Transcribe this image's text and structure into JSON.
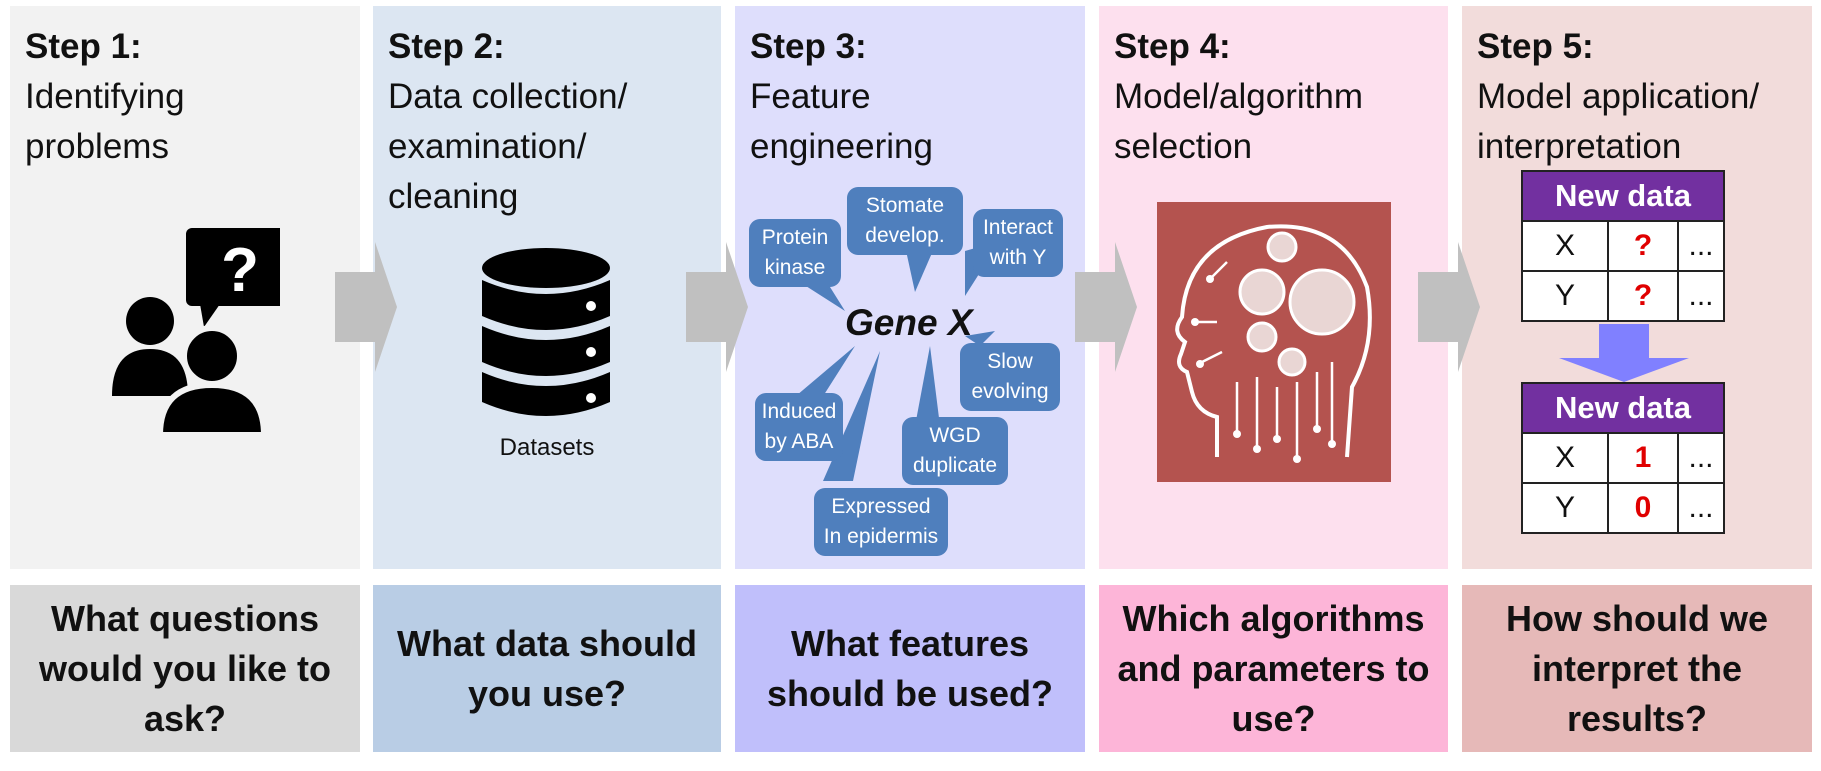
{
  "steps": [
    {
      "label": "Step 1:",
      "title": "Identifying\nproblems",
      "question": "What questions would you like to ask?"
    },
    {
      "label": "Step 2:",
      "title": "Data collection/\nexamination/\ncleaning",
      "question": "What data should you use?",
      "icon_caption": "Datasets"
    },
    {
      "label": "Step 3:",
      "title": "Feature\nengineering",
      "question": "What features should be used?"
    },
    {
      "label": "Step 4:",
      "title": "Model/algorithm\nselection",
      "question": "Which algorithms and parameters to use?"
    },
    {
      "label": "Step 5:",
      "title": "Model application/\ninterpretation",
      "question": "How should we interpret the results?"
    }
  ],
  "gene": {
    "name": "Gene X",
    "features": [
      "Protein\nkinase",
      "Stomate\ndevelop.",
      "Interact\nwith Y",
      "Slow\nevolving",
      "WGD\nduplicate",
      "Expressed\nIn epidermis",
      "Induced\nby ABA"
    ]
  },
  "tables": {
    "header": "New data",
    "before": [
      [
        "X",
        "?",
        "..."
      ],
      [
        "Y",
        "?",
        "..."
      ]
    ],
    "after": [
      [
        "X",
        "1",
        "..."
      ],
      [
        "Y",
        "0",
        "..."
      ]
    ]
  },
  "colors": {
    "panel_bg": [
      "#f2f2f2",
      "#dce6f2",
      "#dedefc",
      "#fde0ee",
      "#f2dcdb"
    ],
    "question_bg": [
      "#d9d9d9",
      "#b9cde5",
      "#c0bffb",
      "#fdb5d8",
      "#e6b9b8"
    ],
    "arrow": "#c0c0c0",
    "bubble": "#4f7fbd",
    "table_header": "#7230a0",
    "table_arrow": "#8080ff",
    "highlight": "#e00000"
  },
  "icons": [
    "people-question-icon",
    "database-icon",
    "brain-gears-icon"
  ]
}
